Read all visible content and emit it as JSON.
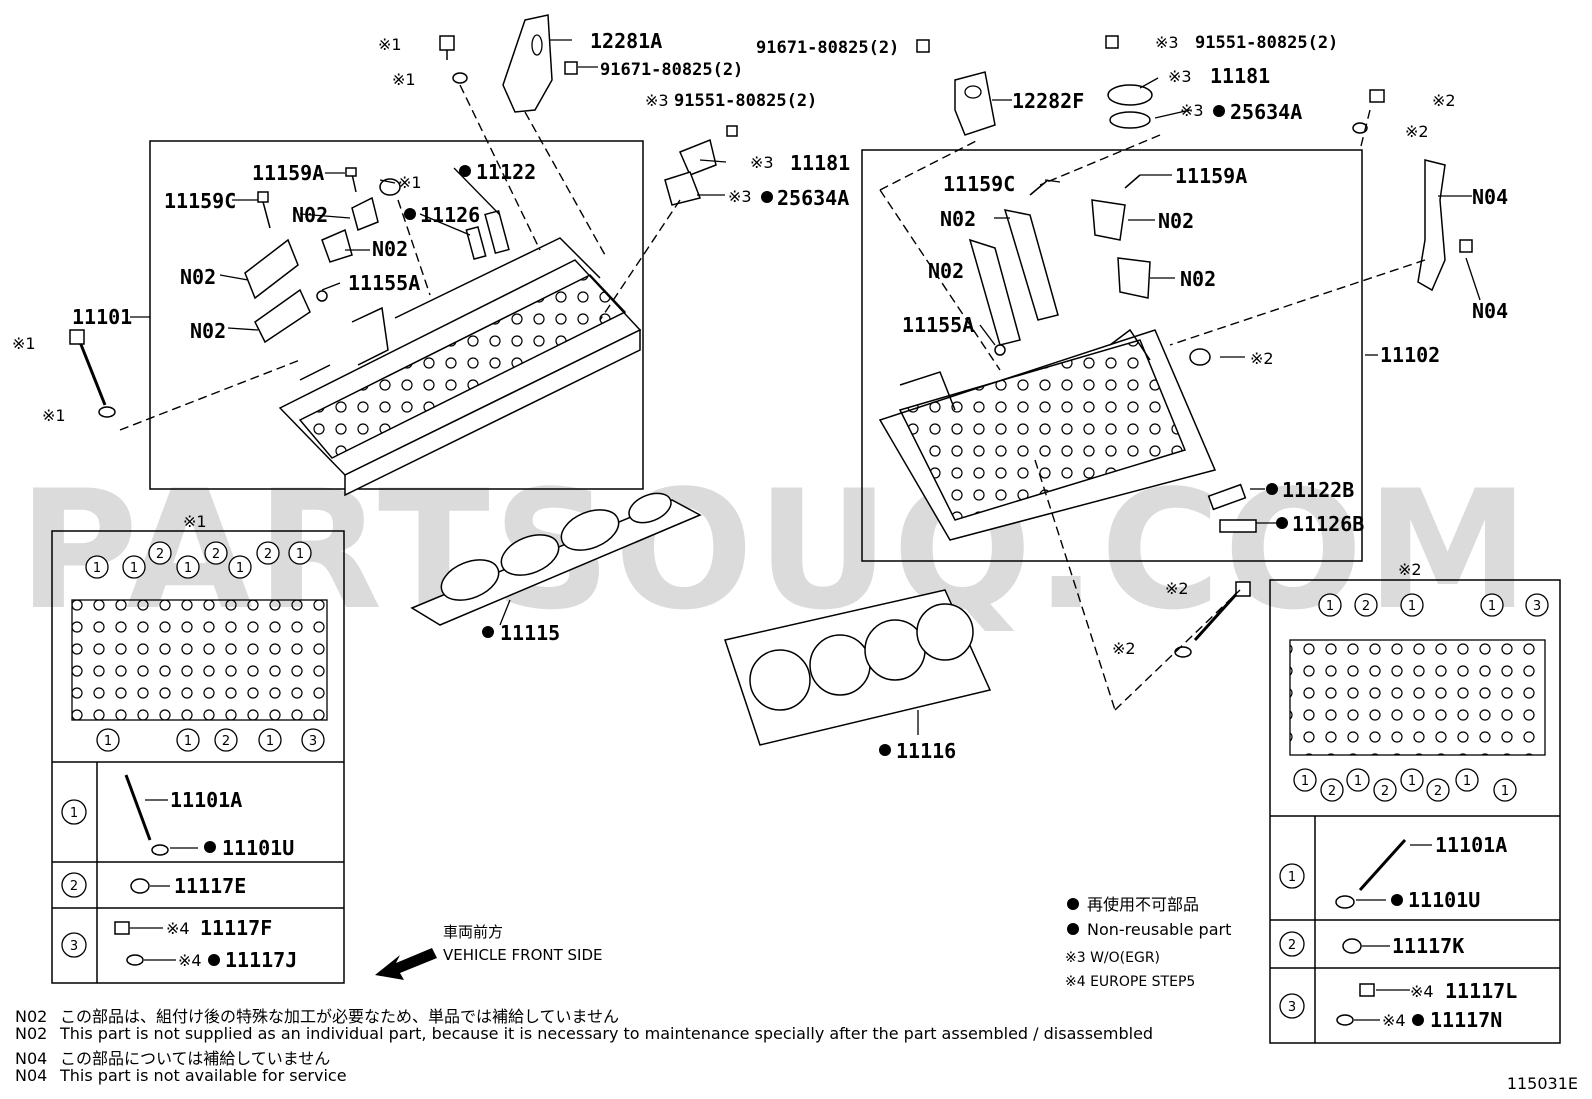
{
  "watermark": "PARTSOUQ.COM",
  "doc_id": "115031E",
  "left_head": {
    "part": "11101",
    "callouts": {
      "bracket": "12281A",
      "bolt_top": "91671-80825(2)",
      "egr_bolt": "91551-80825(2)",
      "egr_cover": "11181",
      "egr_gasket": "25634A",
      "n02": "N02",
      "screw_a": "11159A",
      "screw_c": "11159C",
      "guide": "11122",
      "seal": "11126",
      "plug": "11155A"
    }
  },
  "right_head": {
    "part": "11102",
    "callouts": {
      "bracket": "12282F",
      "bolt_top": "91671-80825(2)",
      "egr_bolt": "91551-80825(2)",
      "egr_cover": "11181",
      "egr_gasket": "25634A",
      "screw_a": "11159A",
      "screw_c": "11159C",
      "plug": "11155A",
      "guide": "11122B",
      "seal": "11126B",
      "n02": "N02",
      "n04": "N04"
    }
  },
  "gaskets": {
    "left": "11115",
    "right": "11116"
  },
  "marks": {
    "m1": "※1",
    "m2": "※2",
    "m3": "※3",
    "m4": "※4"
  },
  "left_table": {
    "header_mark": "※1",
    "rows": [
      {
        "num": "1",
        "parts": [
          "11101A",
          "11101U"
        ]
      },
      {
        "num": "2",
        "parts": [
          "11117E"
        ]
      },
      {
        "num": "3",
        "parts": [
          "11117F",
          "11117J"
        ]
      }
    ]
  },
  "right_table": {
    "header_mark": "※2",
    "rows": [
      {
        "num": "1",
        "parts": [
          "11101A",
          "11101U"
        ]
      },
      {
        "num": "2",
        "parts": [
          "11117K"
        ]
      },
      {
        "num": "3",
        "parts": [
          "11117L",
          "11117N"
        ]
      }
    ]
  },
  "front_label": {
    "jp": "車両前方",
    "en": "VEHICLE FRONT SIDE"
  },
  "legend": {
    "non_reusable_jp": "再使用不可部品",
    "non_reusable_en": "Non-reusable part",
    "note3": "※3 W/O(EGR)",
    "note4": "※4 EUROPE STEP5"
  },
  "notes": [
    {
      "code": "N02",
      "text": "この部品は、組付け後の特殊な加工が必要なため、単品では補給していません"
    },
    {
      "code": "N02",
      "text": "This part is not supplied as an individual part, because it is necessary to maintenance specially after the part assembled / disassembled"
    },
    {
      "code": "N04",
      "text": "この部品については補給していません"
    },
    {
      "code": "N04",
      "text": "This part is not available for service"
    }
  ]
}
